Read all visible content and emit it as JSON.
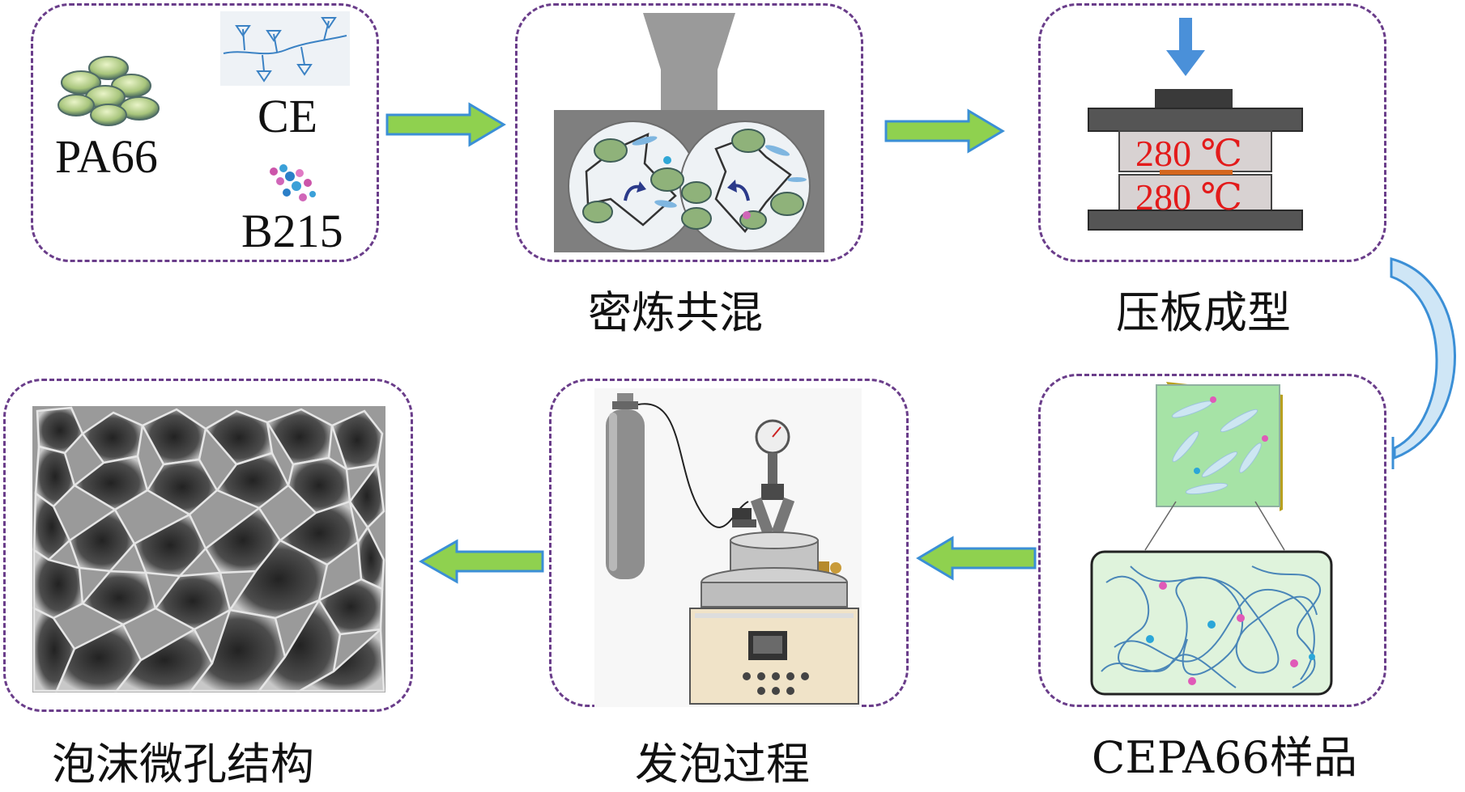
{
  "materials": {
    "pa66": "PA66",
    "ce": "CE",
    "b215": "B215"
  },
  "press": {
    "temp_top": "280 ℃",
    "temp_bottom": "280 ℃"
  },
  "steps": {
    "mixing": "密炼共混",
    "pressing": "压板成型",
    "sample": "CEPA66样品",
    "foaming": "发泡过程",
    "structure": "泡沫微孔结构"
  },
  "colors": {
    "dashed_border": "#6a3d8a",
    "arrow_fill": "#8fd14f",
    "arrow_stroke": "#3b8fd6",
    "press_text": "#e31b1b"
  }
}
